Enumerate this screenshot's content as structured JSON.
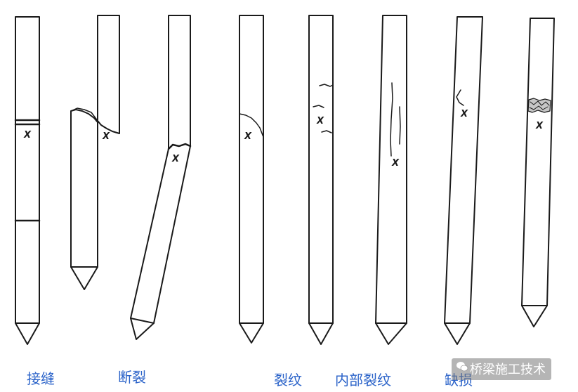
{
  "labels": {
    "joint": "接缝",
    "fracture": "断裂",
    "crack": "裂纹",
    "internal_crack": "内部裂纹",
    "defect": "缺损"
  },
  "pile_mark": "X",
  "watermark": {
    "text": "桥梁施工技术",
    "icon": "wechat-icon"
  },
  "colors": {
    "line": "#1a1a1a",
    "label": "#2b63c9"
  }
}
